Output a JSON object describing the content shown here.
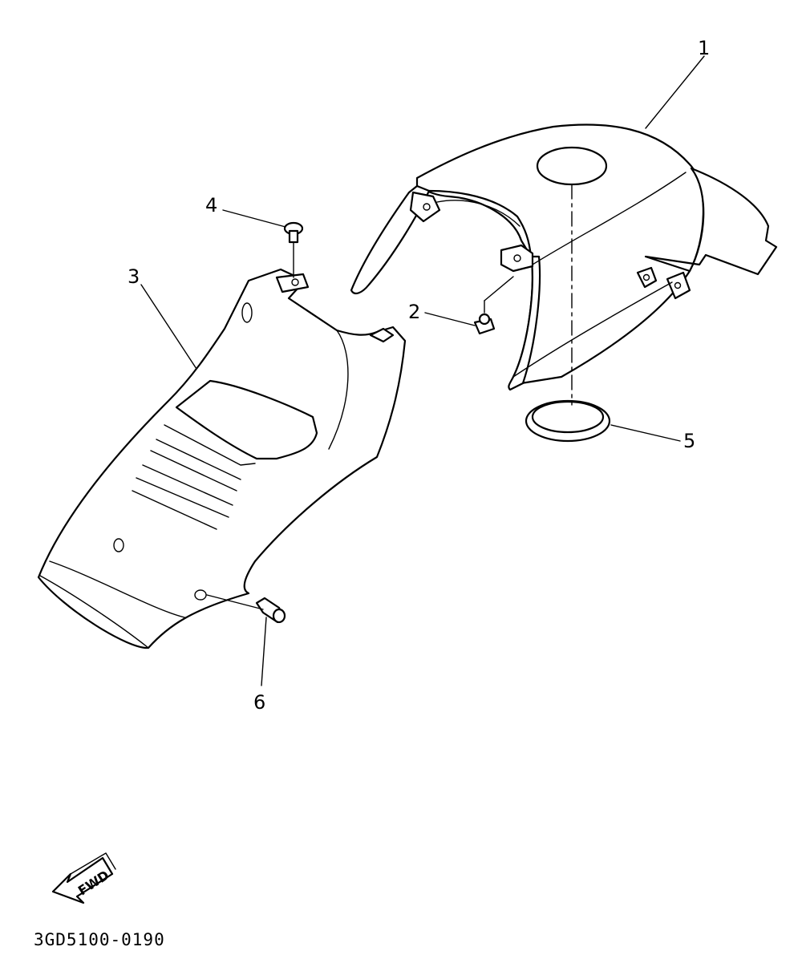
{
  "diagram": {
    "callouts": [
      {
        "id": "1",
        "text": "1"
      },
      {
        "id": "2",
        "text": "2"
      },
      {
        "id": "3",
        "text": "3"
      },
      {
        "id": "4",
        "text": "4"
      },
      {
        "id": "5",
        "text": "5"
      },
      {
        "id": "6",
        "text": "6"
      }
    ],
    "direction_arrow": {
      "label": "FWD",
      "icon": "fwd-arrow-icon"
    },
    "part_code": "3GD5100-0190"
  }
}
